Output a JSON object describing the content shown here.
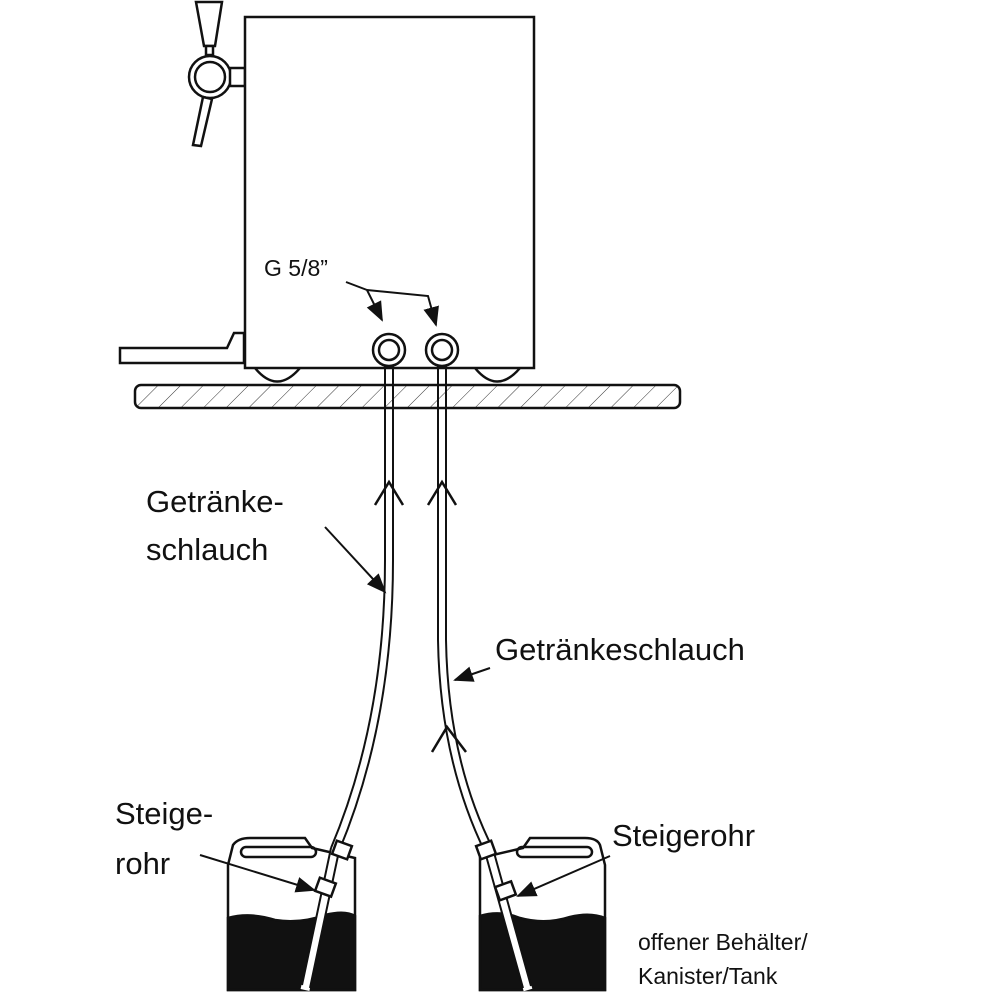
{
  "labels": {
    "fitting": "G 5/8”",
    "hose_left_line1": "Getränke-",
    "hose_left_line2": "schlauch",
    "hose_right": "Getränkeschlauch",
    "riser_left_line1": "Steige-",
    "riser_left_line2": "rohr",
    "riser_right": "Steigerohr",
    "container_line1": "offener Behälter/",
    "container_line2": "Kanister/Tank"
  }
}
